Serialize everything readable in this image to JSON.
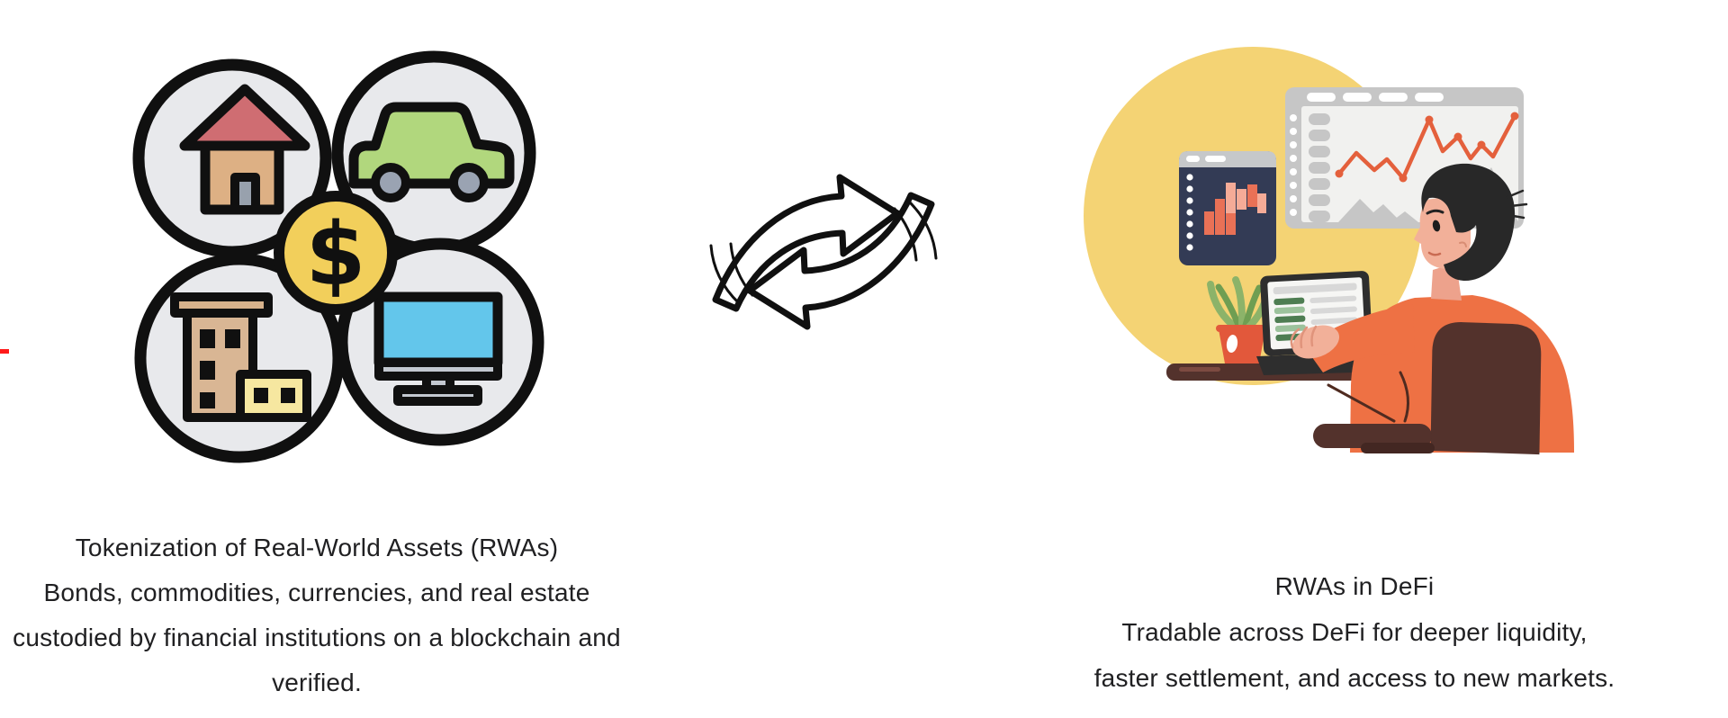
{
  "slide": {
    "left": {
      "caption": [
        "Tokenization of Real-World Assets (RWAs)",
        "Bonds, commodities, currencies, and real estate",
        "custodied by financial institutions on a blockchain and",
        "verified."
      ]
    },
    "right": {
      "caption": [
        "RWAs in DeFi",
        "Tradable across DeFi for deeper liquidity,",
        "faster settlement, and access to new markets."
      ]
    },
    "coin_symbol": "$",
    "icons": [
      "house-icon",
      "car-icon",
      "buildings-icon",
      "monitor-icon",
      "dollar-coin-icon",
      "exchange-arrows-icon",
      "trader-at-desk-illustration"
    ]
  },
  "colors": {
    "background": "#ffffff",
    "icon_outline": "#101010",
    "icon_circle_fill": "#e8e9ec",
    "coin_yellow": "#f2cf5b",
    "house_roof": "#cf6d72",
    "house_body": "#ddb084",
    "car_green": "#b1d77d",
    "building_tan": "#d9b694",
    "building_yellow": "#f6e7a0",
    "monitor_blue": "#63c6eb",
    "defi_circle_yellow": "#f4d374",
    "chart_panel_navy": "#333b55",
    "candle_salmon": "#e97156",
    "candle_light": "#f5ab97",
    "line_chart_orange": "#e4603c",
    "sweater_orange": "#ee7144",
    "chair_brown": "#53322c",
    "skin": "#f2b099",
    "red_mark": "#ff1a1a"
  }
}
